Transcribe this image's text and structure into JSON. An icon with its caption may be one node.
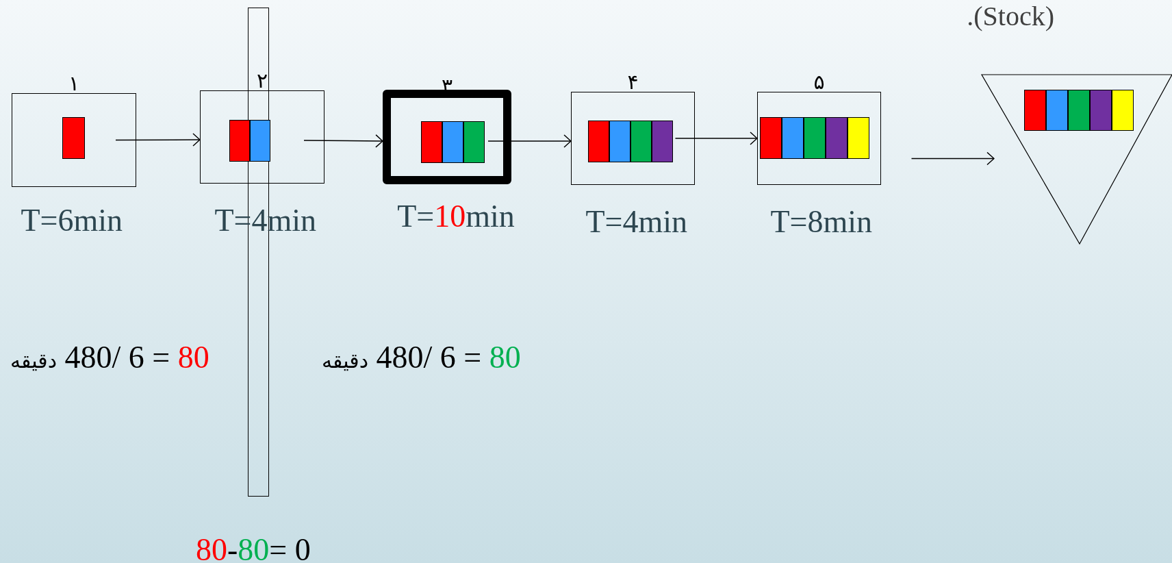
{
  "diagram": {
    "nodes": [
      {
        "text": [
          "۱"
        ],
        "beside": [
          "T=6min"
        ]
      },
      {
        "text": [
          "۲"
        ],
        "beside": [
          "T=4min"
        ]
      },
      {
        "text": [
          "۳"
        ],
        "beside": [
          "T=",
          "10",
          "min"
        ]
      },
      {
        "text": [
          "۴"
        ],
        "beside": [
          "T=4min"
        ]
      },
      {
        "text": [
          "۵"
        ],
        "beside": [
          "T=8min"
        ]
      },
      {
        "text": [],
        "shape": "triangle"
      }
    ],
    "edges": [
      {
        "from": 0,
        "to": 1,
        "arrow": "to"
      },
      {
        "from": 1,
        "to": 2,
        "arrow": "to"
      },
      {
        "from": 2,
        "to": 3,
        "arrow": "to"
      },
      {
        "from": 3,
        "to": 4,
        "arrow": "to"
      },
      {
        "from": 4,
        "to": 5,
        "arrow": "to"
      }
    ],
    "labels": [
      ".(Stock)",
      "دقیقه",
      "480/ 6 =",
      "80",
      "دقیقه",
      "480/ 6 =",
      "80",
      "80",
      "-",
      "80",
      "= 0"
    ]
  }
}
